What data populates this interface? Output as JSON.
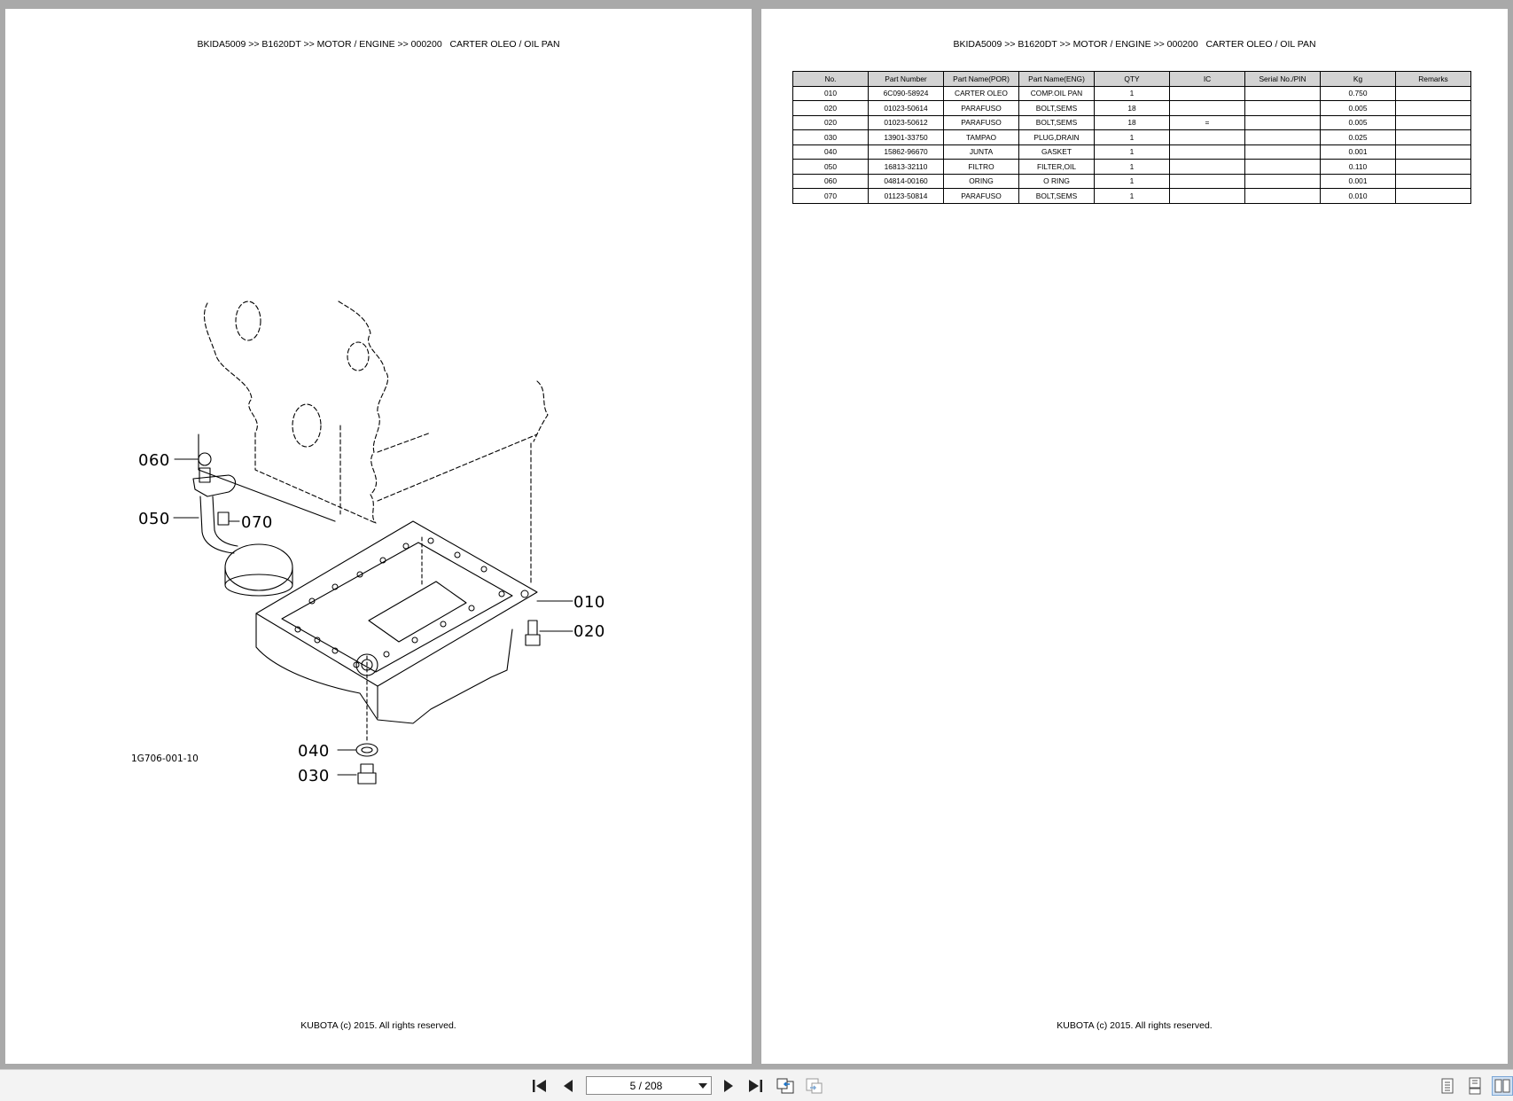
{
  "header_text": "BKIDA5009 >> B1620DT >> MOTOR / ENGINE >> 000200   CARTER OLEO / OIL PAN",
  "footer_text": "KUBOTA (c) 2015. All rights reserved.",
  "diagram": {
    "figure_id": "1G706-001-10",
    "callouts": [
      "060",
      "050",
      "070",
      "010",
      "020",
      "040",
      "030"
    ]
  },
  "parts_table": {
    "headers": [
      "No.",
      "Part Number",
      "Part Name(POR)",
      "Part Name(ENG)",
      "QTY",
      "IC",
      "Serial No./PIN",
      "Kg",
      "Remarks"
    ],
    "rows": [
      [
        "010",
        "6C090-58924",
        "CARTER OLEO",
        "COMP.OIL PAN",
        "1",
        "",
        "",
        "0.750",
        ""
      ],
      [
        "020",
        "01023-50614",
        "PARAFUSO",
        "BOLT,SEMS",
        "18",
        "",
        "",
        "0.005",
        ""
      ],
      [
        "020",
        "01023-50612",
        "PARAFUSO",
        "BOLT,SEMS",
        "18",
        "=",
        "",
        "0.005",
        ""
      ],
      [
        "030",
        "13901-33750",
        "TAMPAO",
        "PLUG,DRAIN",
        "1",
        "",
        "",
        "0.025",
        ""
      ],
      [
        "040",
        "15862-96670",
        "JUNTA",
        "GASKET",
        "1",
        "",
        "",
        "0.001",
        ""
      ],
      [
        "050",
        "16813-32110",
        "FILTRO",
        "FILTER,OIL",
        "1",
        "",
        "",
        "0.110",
        ""
      ],
      [
        "060",
        "04814-00160",
        "ORING",
        "O RING",
        "1",
        "",
        "",
        "0.001",
        ""
      ],
      [
        "070",
        "01123-50814",
        "PARAFUSO",
        "BOLT,SEMS",
        "1",
        "",
        "",
        "0.010",
        ""
      ]
    ]
  },
  "toolbar": {
    "page_indicator": "5 / 208",
    "buttons": [
      "first-page-icon",
      "previous-page-icon",
      "next-page-icon",
      "last-page-icon",
      "go-back-view-icon",
      "go-forward-view-icon",
      "single-page-icon",
      "continuous-icon",
      "two-page-icon"
    ]
  }
}
